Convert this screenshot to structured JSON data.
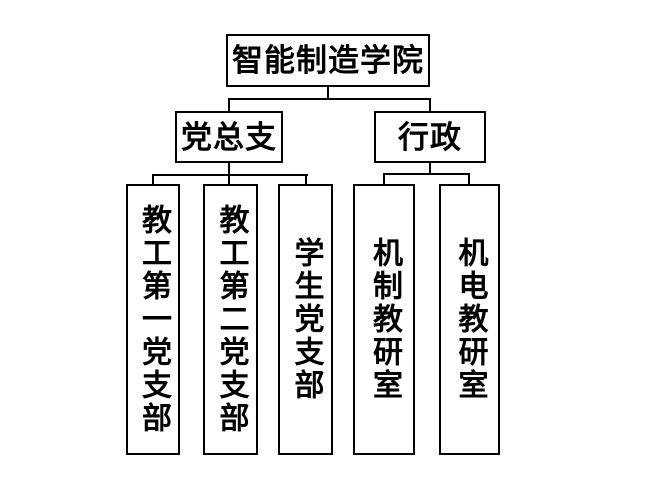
{
  "org_chart": {
    "root": "智能制造学院",
    "branches": [
      {
        "label": "党总支",
        "children": [
          "教工第一党支部",
          "教工第二党支部",
          "学生党支部"
        ]
      },
      {
        "label": "行政",
        "children": [
          "机制教研室",
          "机电教研室"
        ]
      }
    ]
  },
  "colors": {
    "background": "#ffffff",
    "box_border": "#000000",
    "line": "#000000",
    "text": "#000000"
  }
}
